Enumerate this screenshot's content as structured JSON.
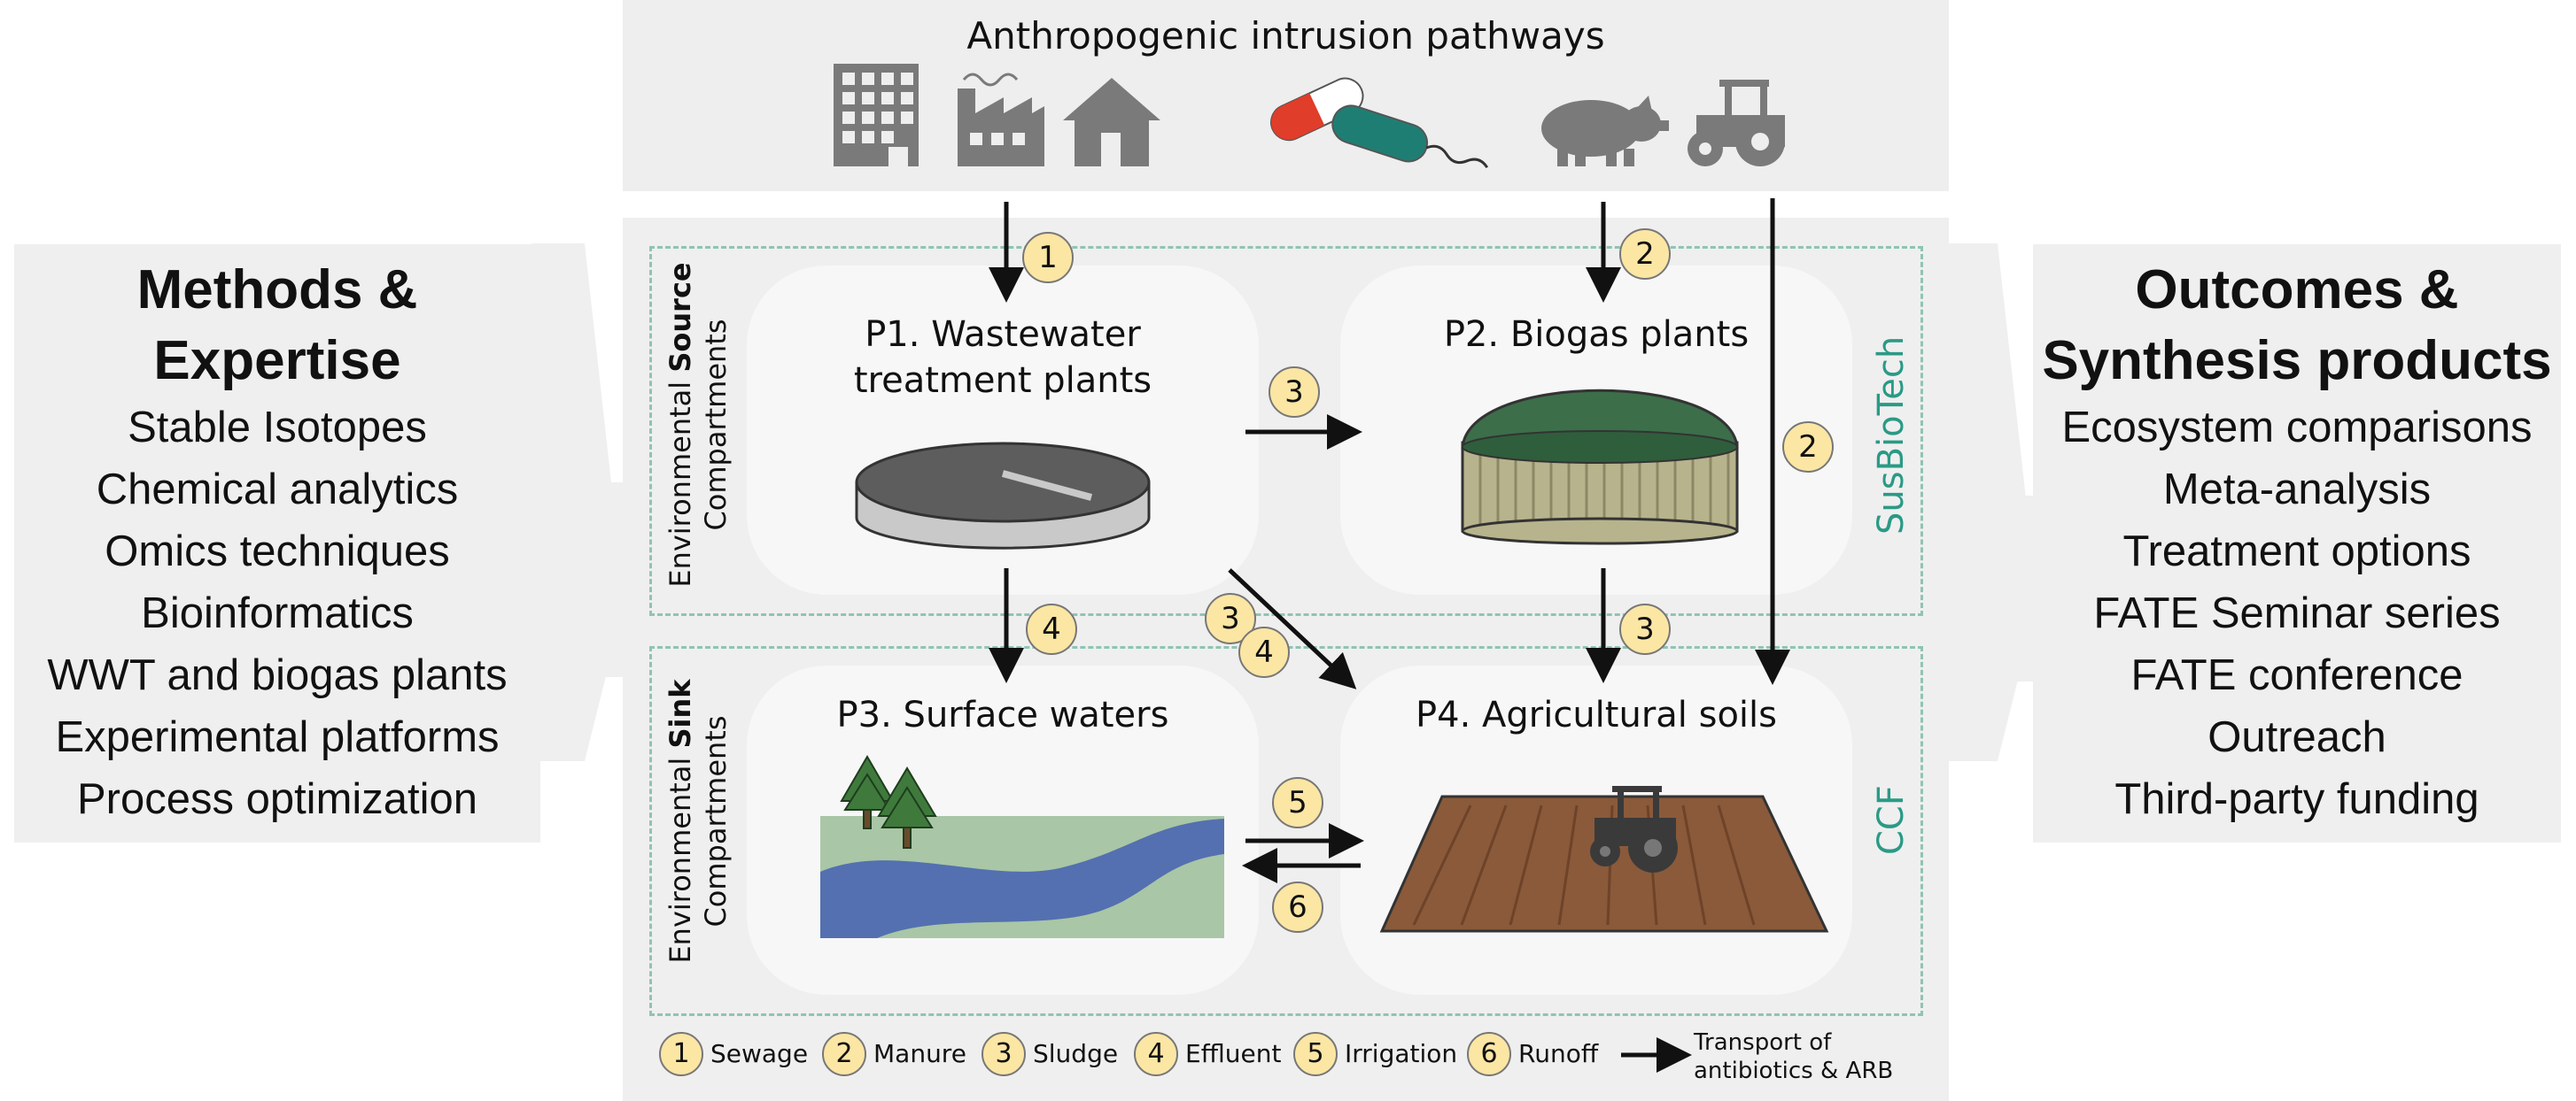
{
  "top": {
    "title": "Anthropogenic intrusion pathways"
  },
  "left": {
    "title_line1": "Methods &",
    "title_line2": "Expertise",
    "items": [
      "Stable Isotopes",
      "Chemical analytics",
      "Omics techniques",
      "Bioinformatics",
      "WWT and biogas plants",
      "Experimental platforms",
      "Process optimization"
    ]
  },
  "right": {
    "title_line1": "Outcomes &",
    "title_line2": "Synthesis products",
    "items": [
      "Ecosystem comparisons",
      "Meta-analysis",
      "Treatment options",
      "FATE Seminar series",
      "FATE conference",
      "Outreach",
      "Third-party funding"
    ]
  },
  "compartments": {
    "source_prefix": "Environmental ",
    "source_bold": "Source",
    "source_line2": "Compartments",
    "sink_prefix": "Environmental ",
    "sink_bold": "Sink",
    "sink_line2": "Compartments"
  },
  "projects": {
    "source": "SusBioTech",
    "sink": "CCF"
  },
  "processes": {
    "p1_line1": "P1. Wastewater",
    "p1_line2": "treatment plants",
    "p2": "P2. Biogas plants",
    "p3": "P3. Surface waters",
    "p4": "P4. Agricultural soils"
  },
  "flows": {
    "a1": "1",
    "a2": "2",
    "a2b": "2",
    "a3a": "3",
    "a3b": "3",
    "a3c": "3",
    "a4a": "4",
    "a4b": "4",
    "a5": "5",
    "a6": "6"
  },
  "legend": {
    "items": [
      {
        "num": "1",
        "label": "Sewage"
      },
      {
        "num": "2",
        "label": "Manure"
      },
      {
        "num": "3",
        "label": "Sludge"
      },
      {
        "num": "4",
        "label": "Effluent"
      },
      {
        "num": "5",
        "label": "Irrigation"
      },
      {
        "num": "6",
        "label": "Runoff"
      }
    ],
    "transport_line1": "Transport of",
    "transport_line2": "antibiotics & ARB"
  },
  "colors": {
    "icon_gray": "#7a7a7a",
    "project_teal": "#2a9a86",
    "badge_fill": "#fbe6a4",
    "dome_green": "#3c6e4a",
    "river_blue": "#5470b0",
    "soil_brown": "#8a5a3a"
  }
}
